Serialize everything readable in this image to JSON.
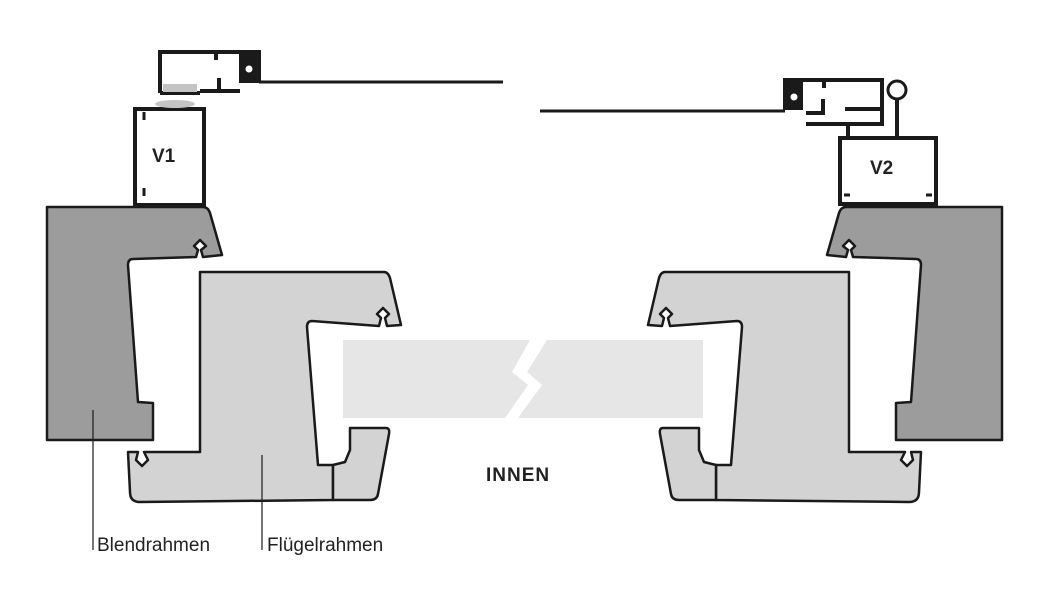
{
  "labels": {
    "v1": "V1",
    "v2": "V2",
    "inside": "INNEN",
    "outer_frame": "Blendrahmen",
    "sash_frame": "Flügelrahmen"
  },
  "colors": {
    "outer_frame": "#9c9c9c",
    "sash_frame": "#d3d3d3",
    "glass": "#e6e6e6",
    "stroke": "#1a1a1a"
  }
}
